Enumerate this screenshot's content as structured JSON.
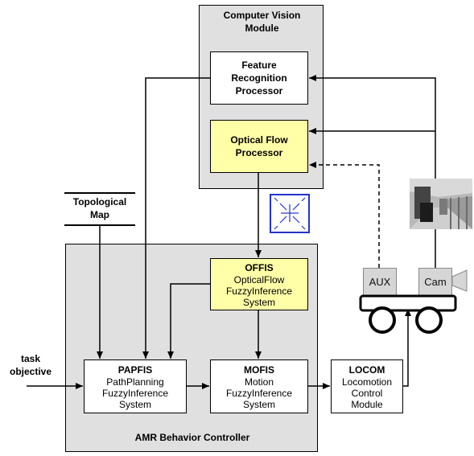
{
  "cv_module": {
    "title_line1": "Computer Vision",
    "title_line2": "Module"
  },
  "feature_processor": {
    "line1": "Feature",
    "line2": "Recognition",
    "line3": "Processor"
  },
  "optical_flow_processor": {
    "line1": "Optical  Flow",
    "line2": "Processor"
  },
  "topological_map": {
    "line1": "Topological",
    "line2": "Map"
  },
  "behavior_controller": {
    "title": "AMR  Behavior Controller"
  },
  "offis": {
    "name": "OFFIS",
    "line1": "OpticalFlow",
    "line2": "FuzzyInference",
    "line3": "System"
  },
  "papfis": {
    "name": "PAPFIS",
    "line1": "PathPlanning",
    "line2": "FuzzyInference",
    "line3": "System"
  },
  "mofis": {
    "name": "MOFIS",
    "line1": "Motion",
    "line2": "FuzzyInference",
    "line3": "System"
  },
  "locom": {
    "name": "LOCOM",
    "line1": "Locomotion",
    "line2": "Control",
    "line3": "Module"
  },
  "task": {
    "line1": "task",
    "line2": "objective"
  },
  "robot": {
    "aux_label": "AUX",
    "cam_label": "Cam"
  },
  "colors": {
    "region_fill": "#e0e0e0",
    "highlight_fill": "#ffffa8",
    "flow_icon_border": "#2233cc"
  }
}
